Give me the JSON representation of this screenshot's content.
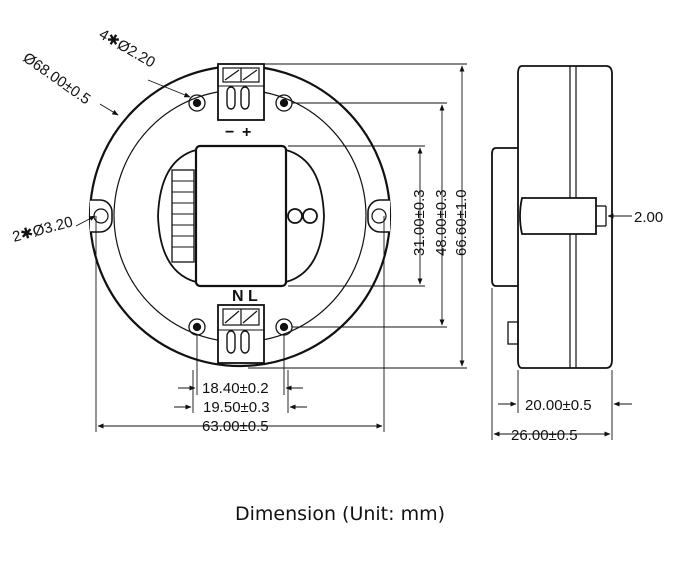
{
  "drawing": {
    "front_view": {
      "outer_diameter": "Ø68.00±0.5",
      "small_holes": "4✱Ø2.20",
      "side_slots": "2✱Ø3.20",
      "terminal_top_polarity_minus": "−",
      "terminal_top_polarity_plus": "+",
      "terminal_bottom_label": "N L",
      "height_inner": "31.00±0.3",
      "height_holes": "48.00±0.3",
      "height_overall": "66.60±1.0",
      "width_hole_spacing": "18.40±0.2",
      "width_terminal": "19.50±0.3",
      "width_overall": "63.00±0.5"
    },
    "side_view": {
      "pin_length": "2.00",
      "body_depth": "20.00±0.5",
      "total_depth": "26.00±0.5"
    }
  },
  "caption": "Dimension (Unit:  mm)"
}
